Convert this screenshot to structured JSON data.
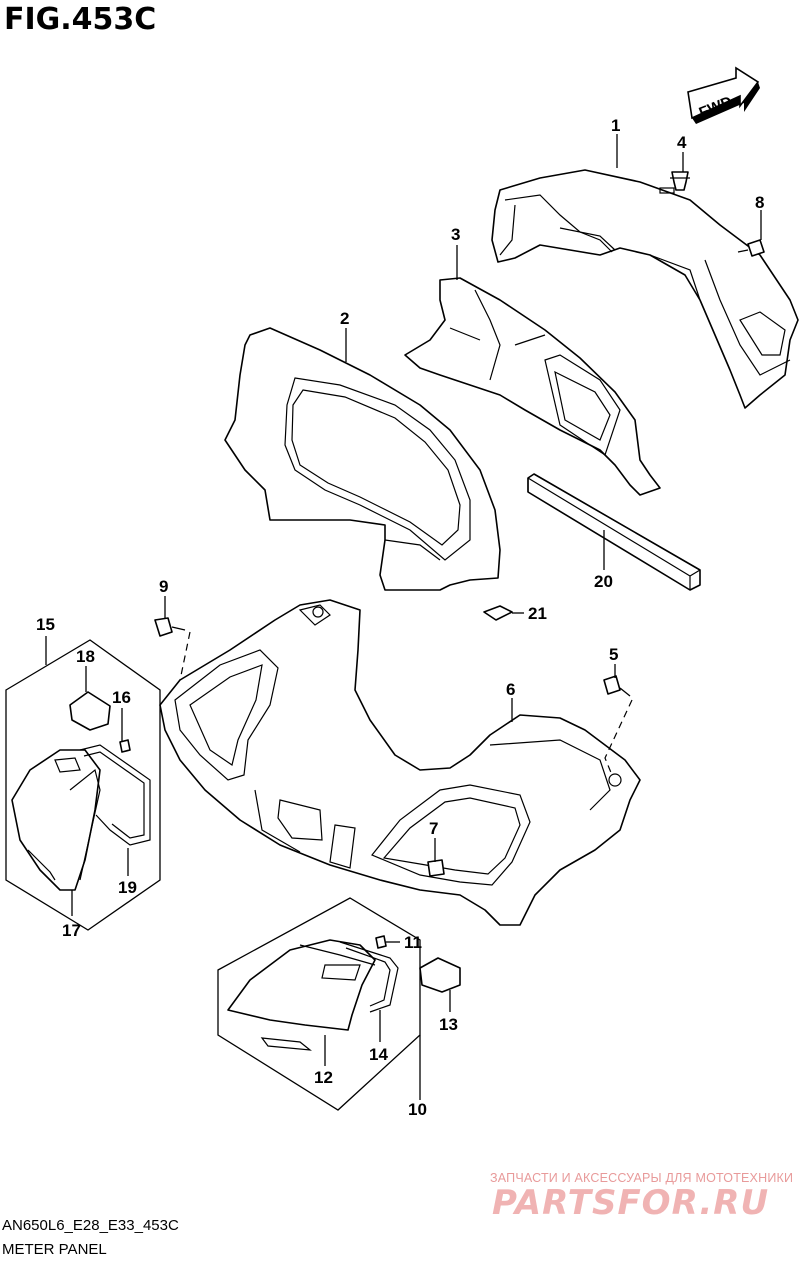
{
  "figure": {
    "title": "FIG.453C",
    "fwd_label": "FWD"
  },
  "callouts": {
    "c1": "1",
    "c2": "2",
    "c3": "3",
    "c4": "4",
    "c5": "5",
    "c6": "6",
    "c7": "7",
    "c8": "8",
    "c9": "9",
    "c10": "10",
    "c11": "11",
    "c12": "12",
    "c13": "13",
    "c14": "14",
    "c15": "15",
    "c16": "16",
    "c17": "17",
    "c18": "18",
    "c19": "19",
    "c20": "20",
    "c21": "21"
  },
  "footer": {
    "code": "AN650L6_E28_E33_453C",
    "name": "METER PANEL"
  },
  "watermark": {
    "tagline": "ЗАПЧАСТИ И АКСЕССУАРЫ ДЛЯ МОТОТЕХНИКИ",
    "brand": "PARTSFOR.RU"
  }
}
